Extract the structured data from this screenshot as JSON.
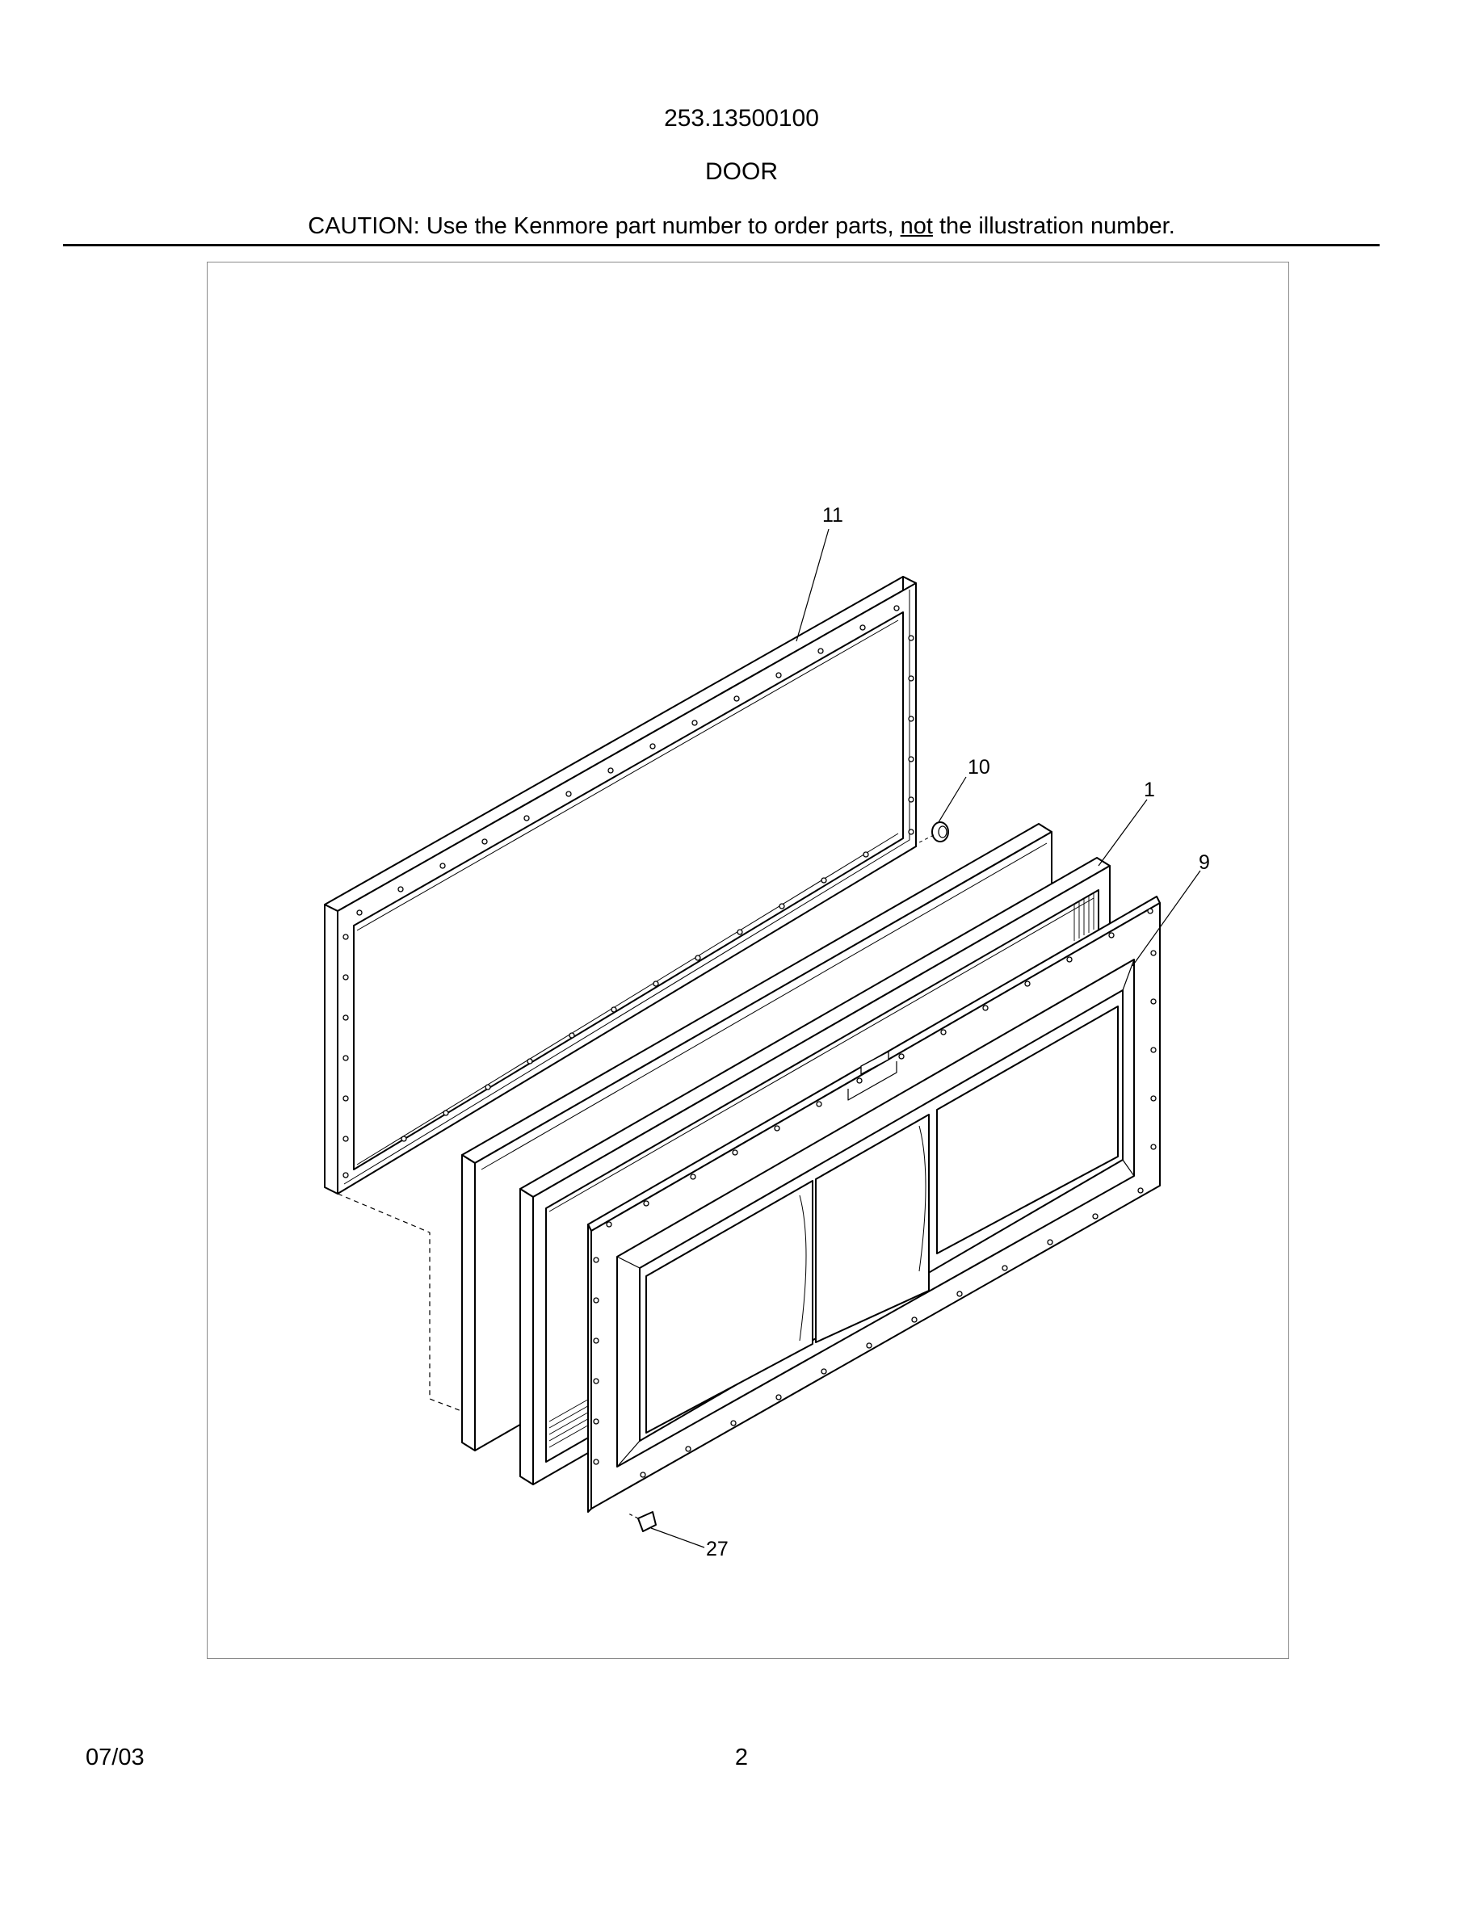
{
  "header": {
    "model_number": "253.13500100",
    "section_title": "DOOR",
    "caution_prefix": "CAUTION: Use the Kenmore part number to order parts, ",
    "caution_emphasis": "not",
    "caution_suffix": " the illustration number."
  },
  "diagram": {
    "callouts": [
      "11",
      "10",
      "1",
      "9",
      "27"
    ]
  },
  "footer": {
    "date": "07/03",
    "page_number": "2"
  }
}
